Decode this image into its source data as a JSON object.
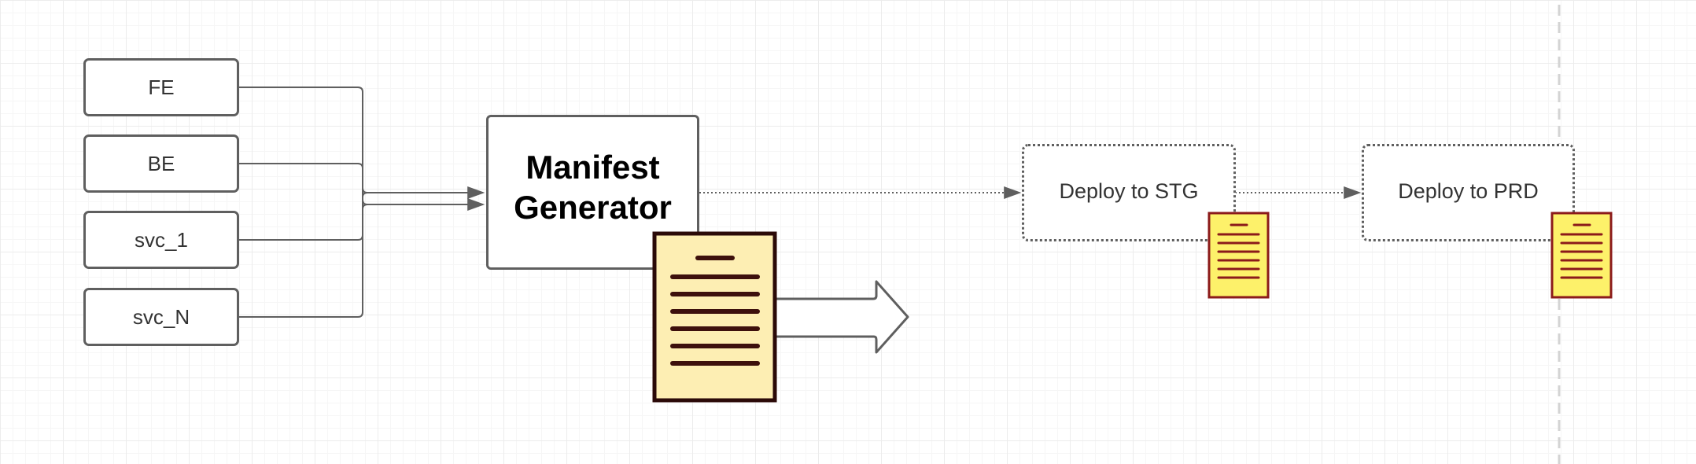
{
  "diagram": {
    "sources": [
      {
        "label": "FE"
      },
      {
        "label": "BE"
      },
      {
        "label": "svc_1"
      },
      {
        "label": "svc_N"
      }
    ],
    "generator": {
      "label": "Manifest\nGenerator"
    },
    "deploy_stg": {
      "label": "Deploy to STG"
    },
    "deploy_prd": {
      "label": "Deploy to PRD"
    },
    "icons": {
      "manifest_document": "document-icon",
      "output_arrow": "arrow-right-icon",
      "stg_document": "document-icon",
      "prd_document": "document-icon"
    },
    "colors": {
      "node_border": "#5f5f5f",
      "connector": "#5f5f5f",
      "large_doc_fill": "#fdeeb3",
      "large_doc_border": "#2b0a08",
      "small_doc_fill": "#fdf16a",
      "small_doc_border": "#8b1a1a",
      "divider": "#d4d4d4"
    }
  }
}
